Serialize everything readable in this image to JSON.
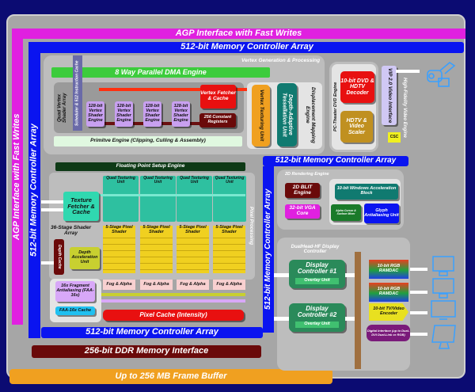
{
  "buses": {
    "agp": "AGP Interface with Fast Writes",
    "mem_top": "512-bit Memory Controller Array",
    "mem_left": "512-bit Memory Controller Array",
    "mem_mid": "512-bit Memory Controller Array",
    "mem_right": "512-bit Memory Controller Array",
    "mem_bottom": "512-bit Memory Controller Array",
    "ddr": "256-bit DDR Memory Interface",
    "frame_buffer": "Up to 256 MB Frame Buffer"
  },
  "vertex": {
    "section": "Vertex Generation & Processing",
    "dma": "8 Way Parallel DMA Engine",
    "array_label": "Quad Vertex Shader Array",
    "scheduler": "Scheduler & 512 Instruction Cache",
    "engines": [
      "128-bit Vertex Shader Engine",
      "128-bit Vertex Shader Engine",
      "128-bit Vertex Shader Engine",
      "128-bit Vertex Shader Engine"
    ],
    "fetcher": "Vertex Fetcher & Cache",
    "constants": "256 Constant Registers",
    "primitive": "Primitve Engine (Clipping, Culling & Assembly)",
    "texturing": "Vertex Texturing Unit",
    "tessellation": "Depth-Adaptive Tessellation Unit",
    "displacement": "Displacement Mapping Engine"
  },
  "video": {
    "dvd_engine": "PC-Theater DVD Engine",
    "decoder": "10-bit DVD & HDTV Decoder",
    "scaler": "HDTV & Video Scaler",
    "vip": "VIP 2.0 Video Interface",
    "csc": "CSC",
    "hifi": "High-Fidelity Video Engine"
  },
  "pixel": {
    "setup": "Floating Point Setup Engine",
    "section": "Pixel Processing",
    "texture_fetcher": "Texture Fetcher & Cache",
    "shader_array": "36-Stage Shader Array",
    "quad_texturing": [
      "Quad Texturing Unit",
      "Quad Texturing Unit",
      "Quad Texturing Unit",
      "Quad Texturing Unit"
    ],
    "pixel_shaders": [
      "5-Stage Pixel Shader",
      "5-Stage Pixel Shader",
      "5-Stage Pixel Shader",
      "5-Stage Pixel Shader"
    ],
    "fog": [
      "Fog & Alpha",
      "Fog & Alpha",
      "Fog & Alpha",
      "Fog & Alpha"
    ],
    "depth_cache": "Depth Cache",
    "depth_accel": "Depth Acceleration Unit",
    "faa": "16x Fragment Antialiasing (FAA-16x)",
    "faa_cache": "FAA-16x Cache",
    "pixel_cache": "Pixel Cache (Intensity)"
  },
  "render2d": {
    "section": "2D Rendering Engine",
    "blit": "2D BLIT Engine",
    "vga": "32-bit VGA Core",
    "windows": "10-bit Windows Acceleration Block",
    "cursor": "Alpha Cursor & Surface Mixer",
    "glyph": "Glyph Antialiasing Unit"
  },
  "display": {
    "section": "DualHead-HF Display Controller",
    "controllers": [
      {
        "name": "Display Controller #1",
        "overlay": "Overlay Unit"
      },
      {
        "name": "Display Controller #2",
        "overlay": "Overlay Unit"
      }
    ],
    "outputs": [
      "10-bit RGB RAMDAC",
      "10-bit RGB RAMDAC",
      "10-bit TV/Video Encoder",
      "Digital Interface (up to Dual-DVI Dual-Link or RGB)"
    ]
  },
  "colors": {
    "background": "#0b0b72",
    "agp": "#e020e0",
    "memory": "#0a14f0",
    "ddr": "#6a0a0a",
    "frame_buffer": "#f0a020"
  }
}
